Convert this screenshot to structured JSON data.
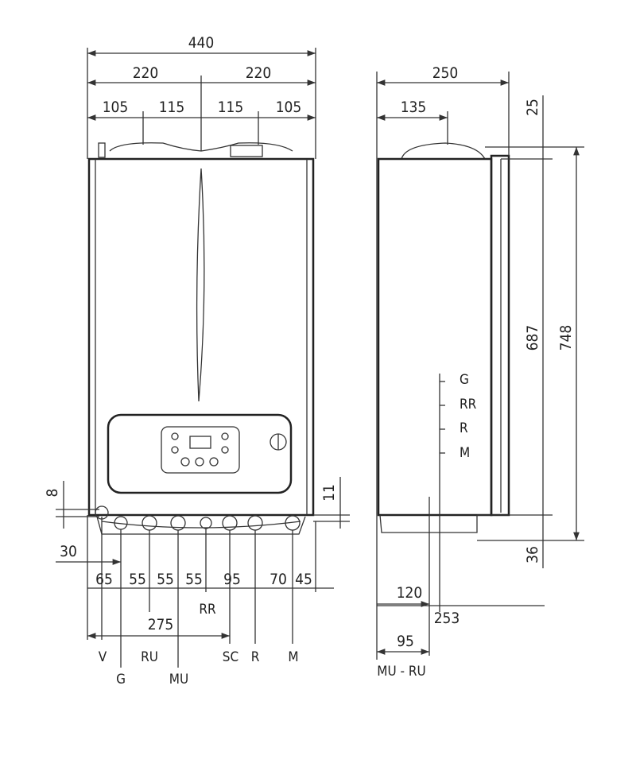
{
  "front_view": {
    "top_dims": {
      "total": "440",
      "half_left": "220",
      "half_right": "220",
      "seg1": "105",
      "seg2": "115",
      "seg3": "115",
      "seg4": "105"
    },
    "left_dims": {
      "d8": "8",
      "d30": "30"
    },
    "right_dim": "11",
    "bottom_dims": [
      "65",
      "55",
      "55",
      "55",
      "95",
      "70",
      "45"
    ],
    "dim_275": "275",
    "connections": [
      "V",
      "G",
      "RU",
      "MU",
      "RR",
      "SC",
      "R",
      "M"
    ]
  },
  "side_view": {
    "top_dims": {
      "depth": "250",
      "offset": "135"
    },
    "right_dims": {
      "d25": "25",
      "d687": "687",
      "d748": "748",
      "d36": "36"
    },
    "bottom_dims": {
      "d120": "120",
      "d253": "253",
      "d95": "95"
    },
    "bottom_label": "MU - RU",
    "connections": [
      "G",
      "RR",
      "R",
      "M"
    ]
  }
}
